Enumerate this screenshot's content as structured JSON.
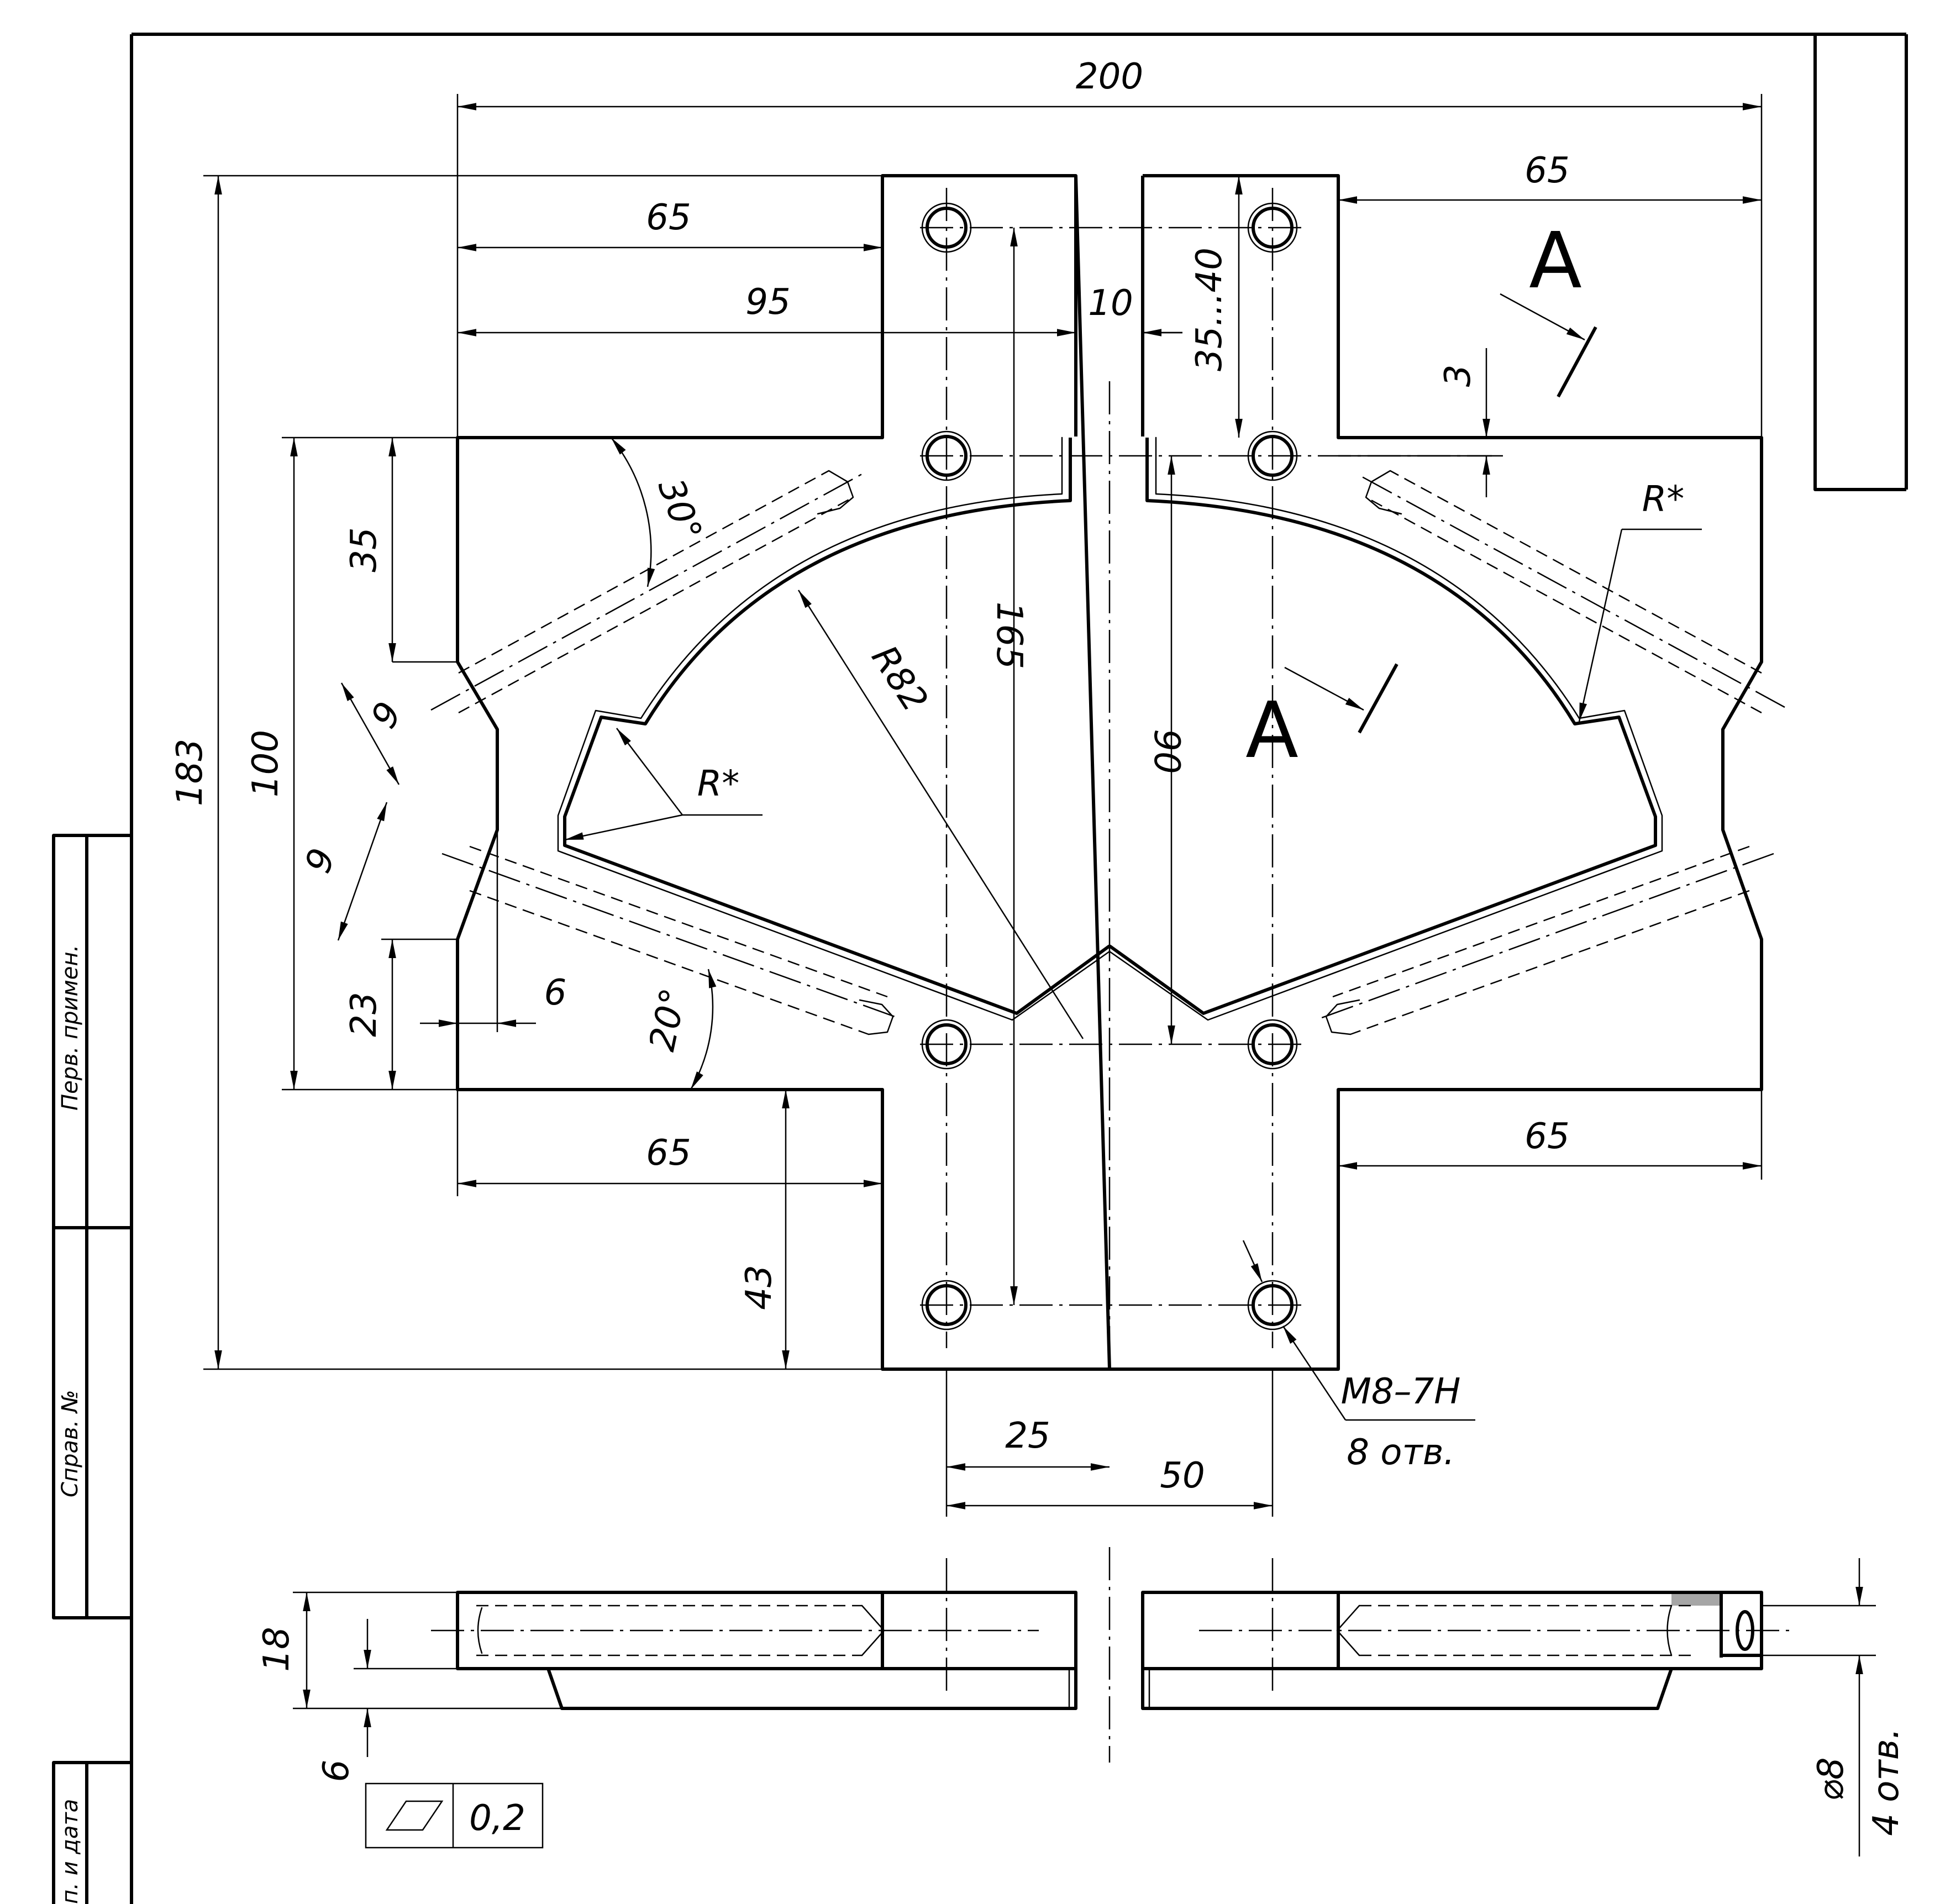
{
  "dimensions": {
    "overall_width": "200",
    "left_top_width": "65",
    "right_top_width": "65",
    "left_to_center": "95",
    "slot_gap": "10",
    "hole_range": "35...40",
    "offset_3": "3",
    "overall_height": "183",
    "body_height": "100",
    "top_offset": "35",
    "chamfer_9_upper": "9",
    "chamfer_9_lower": "9",
    "bottom_offset": "23",
    "depth_6": "6",
    "angle_30": "30°",
    "angle_20": "20°",
    "radius_82": "R82",
    "radius_star_left": "R*",
    "radius_star_right": "R*",
    "height_165": "165",
    "height_90": "90",
    "bottom_left_width": "65",
    "bottom_right_width": "65",
    "lug_height": "43",
    "pitch_25": "25",
    "pitch_50": "50",
    "thread": "M8–7H",
    "hole_count": "8 отв.",
    "thickness": "18",
    "base_offset": "6",
    "flatness_value": "0,2",
    "bore_diameter": "⌀8",
    "bore_count": "4 отв."
  },
  "section_label": "A",
  "title_block": {
    "first_use": "Перв. примен.",
    "ref_no": "Справ. №",
    "sign_date": "п. и дата"
  }
}
